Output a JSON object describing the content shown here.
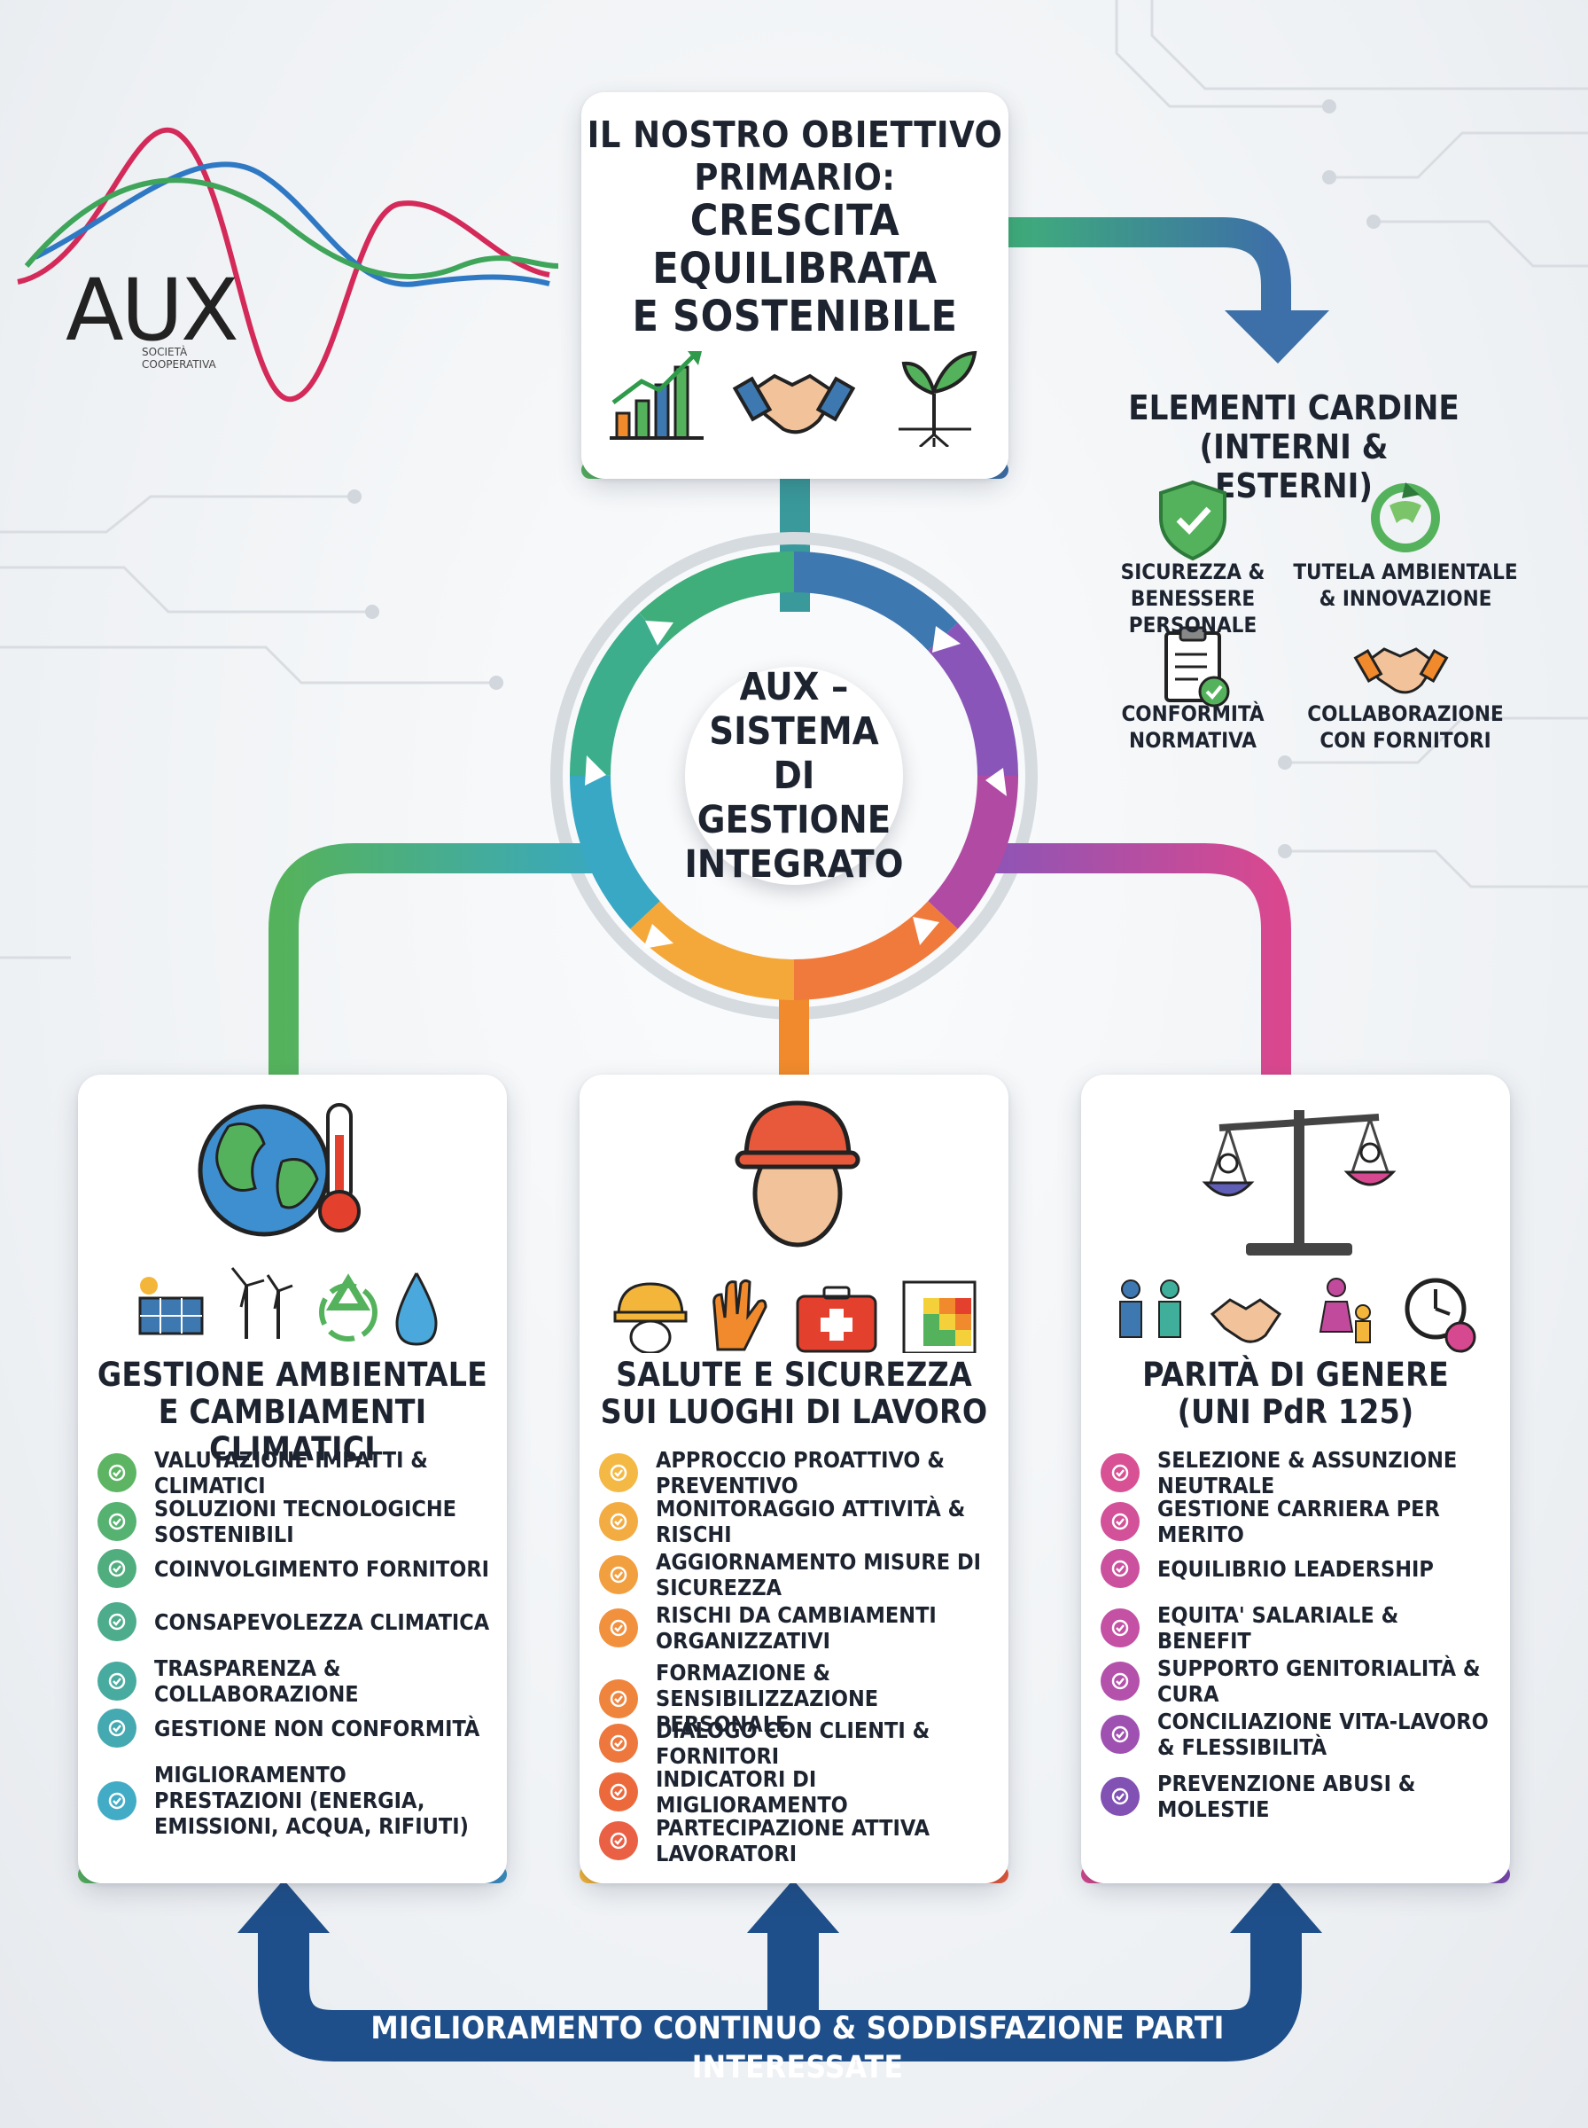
{
  "logo": {
    "text": "AUX",
    "sub_line1": "SOCIETÀ",
    "sub_line2": "COOPERATIVA"
  },
  "objective": {
    "line1": "IL NOSTRO OBIETTIVO",
    "line2": "PRIMARIO:",
    "title1": "CRESCITA",
    "title2": "EQUILIBRATA",
    "title3": "E SOSTENIBILE"
  },
  "center": {
    "line1": "AUX –",
    "line2": "SISTEMA",
    "line3": "DI GESTIONE",
    "line4": "INTEGRATO"
  },
  "cardine": {
    "title1": "ELEMENTI CARDINE",
    "title2": "(INTERNI & ESTERNI)",
    "items": [
      {
        "line1": "SICUREZZA &",
        "line2": "BENESSERE PERSONALE",
        "icon": "shield-check-icon"
      },
      {
        "line1": "TUTELA AMBIENTALE",
        "line2": "& INNOVAZIONE",
        "icon": "recycle-leaf-icon"
      },
      {
        "line1": "CONFORMITÀ",
        "line2": "NORMATIVA",
        "icon": "clipboard-check-icon"
      },
      {
        "line1": "COLLABORAZIONE",
        "line2": "CON FORNITORI",
        "icon": "handshake-icon"
      }
    ]
  },
  "columns": [
    {
      "title1": "GESTIONE AMBIENTALE",
      "title2": "E CAMBIAMENTI CLIMATICI",
      "accent": "#4cae6a",
      "items": [
        "VALUTAZIONE IMPATTI & CLIMATICI",
        "SOLUZIONI TECNOLOGICHE SOSTENIBILI",
        "COINVOLGIMENTO FORNITORI",
        "CONSAPEVOLEZZA CLIMATICA",
        "TRASPARENZA & COLLABORAZIONE",
        "GESTIONE NON CONFORMITÀ",
        "MIGLIORAMENTO PRESTAZIONI (ENERGIA, EMISSIONI, ACQUA, RIFIUTI)"
      ]
    },
    {
      "title1": "SALUTE E SICUREZZA",
      "title2": "SUI LUOGHI DI LAVORO",
      "accent": "#f08a2c",
      "items": [
        "APPROCCIO PROATTIVO & PREVENTIVO",
        "MONITORAGGIO ATTIVITÀ & RISCHI",
        "AGGIORNAMENTO MISURE DI SICUREZZA",
        "RISCHI DA CAMBIAMENTI ORGANIZZATIVI",
        "FORMAZIONE & SENSIBILIZZAZIONE PERSONALE",
        "DIALOGO CON CLIENTI & FORNITORI",
        "INDICATORI DI MIGLIORAMENTO",
        "PARTECIPAZIONE ATTIVA LAVORATORI"
      ]
    },
    {
      "title1": "PARITÀ DI GENERE",
      "title2": "(UNI PdR 125)",
      "accent": "#c14a9c",
      "items": [
        "SELEZIONE & ASSUNZIONE NEUTRALE",
        "GESTIONE CARRIERA PER MERITO",
        "EQUILIBRIO LEADERSHIP",
        "EQUITA' SALARIALE & BENEFIT",
        "SUPPORTO GENITORIALITÀ & CURA",
        "CONCILIAZIONE VITA-LAVORO & FLESSIBILITÀ",
        "PREVENZIONE ABUSI & MOLESTIE"
      ]
    }
  ],
  "footer": {
    "label": "MIGLIORAMENTO CONTINUO & SODDISFAZIONE PARTI INTERESSATE"
  }
}
